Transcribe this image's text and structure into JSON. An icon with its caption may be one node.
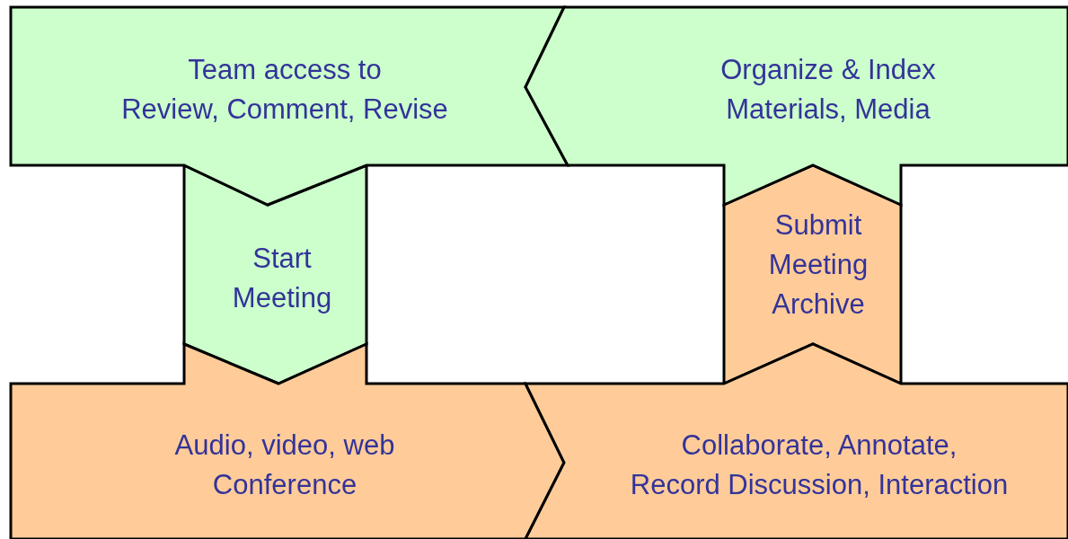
{
  "diagram": {
    "nodes": [
      {
        "text": [
          "Team access to Review, Comment, Revise"
        ]
      },
      {
        "text": [
          "Organize & Index Materials, Media"
        ]
      },
      {
        "text": [
          "Start Meeting"
        ]
      },
      {
        "text": [
          "Submit Meeting Archive"
        ]
      },
      {
        "text": [
          "Audio, video, web Conference"
        ]
      },
      {
        "text": [
          "Collaborate, Annotate, Record Discussion, Interaction"
        ]
      }
    ]
  }
}
